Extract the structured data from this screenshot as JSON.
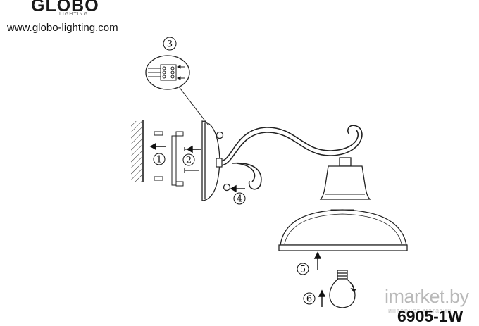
{
  "header": {
    "brand": "GLOBO",
    "brand_sub": "LIGHTING",
    "website": "www.globo-lighting.com"
  },
  "steps": [
    "1",
    "2",
    "3",
    "4",
    "5",
    "6"
  ],
  "watermark": {
    "main": "imarket.by",
    "sub": "интернет-магазин"
  },
  "model": "6905-1W"
}
